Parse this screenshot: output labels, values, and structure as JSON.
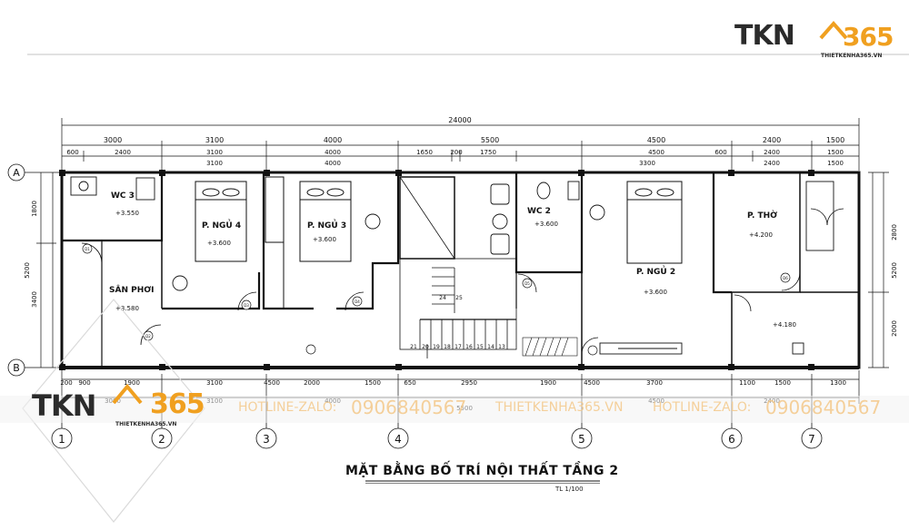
{
  "brand": {
    "logo_main": "TKN",
    "logo_num": "365",
    "website": "THIETKENHA365.VN",
    "colors": {
      "dark": "#2b2b2b",
      "orange": "#f0a020",
      "line": "#111111"
    }
  },
  "watermark": {
    "hotline_1": "HOTLINE-ZALO:",
    "phone_1": "0906840567",
    "website": "THIETKENHA365.VN",
    "hotline_2": "HOTLINE-ZALO:",
    "phone_2": "0906840567"
  },
  "drawing": {
    "title": "MẶT BẰNG BỐ TRÍ NỘI THẤT TẦNG 2",
    "scale": "TL 1/100",
    "total_dimension": "24000",
    "top_dims_row1": [
      "3000",
      "3100",
      "4000",
      "5500",
      "4500",
      "2400",
      "1500"
    ],
    "top_dims_row2": [
      "600",
      "2400",
      "3100",
      "4000",
      "1650",
      "200",
      "1750",
      "4500",
      "600",
      "2400",
      "1500"
    ],
    "top_dims_row3": [
      "3100",
      "4000",
      "3300",
      "2400",
      "1500"
    ],
    "bottom_dims_row1": [
      "200",
      "900",
      "1900",
      "3100",
      "4500",
      "2000",
      "1500",
      "650",
      "2950",
      "1900",
      "4500",
      "3700",
      "1100",
      "1500",
      "1300"
    ],
    "bottom_dims_row2": [
      "3000",
      "3100",
      "4000",
      "5500",
      "4500",
      "2400"
    ],
    "left_dims": [
      "1800",
      "3400",
      "5200"
    ],
    "right_dims": [
      "2800",
      "5200",
      "2000"
    ],
    "grid_rows": [
      "A",
      "B"
    ],
    "grid_cols": [
      "1",
      "2",
      "3",
      "4",
      "5",
      "6",
      "7"
    ],
    "rooms": [
      {
        "name": "WC 3",
        "level": "+3.550"
      },
      {
        "name": "P. NGỦ 4",
        "level": "+3.600"
      },
      {
        "name": "P. NGỦ 3",
        "level": "+3.600"
      },
      {
        "name": "WC 2",
        "level": "+3.600"
      },
      {
        "name": "P. NGỦ 2",
        "level": "+3.600"
      },
      {
        "name": "P. THỜ",
        "level": "+4.200"
      },
      {
        "name": "SÂN PHƠI",
        "level": "+3.580"
      },
      {
        "name": "",
        "level": "+4.180"
      }
    ],
    "stair_numbers_top": [
      "24",
      "25"
    ],
    "stair_numbers_bottom": [
      "21",
      "20",
      "19",
      "18",
      "17",
      "16",
      "15",
      "14",
      "13"
    ],
    "door_tags": [
      "D1",
      "D2",
      "D3",
      "D4",
      "D5",
      "D6"
    ]
  }
}
